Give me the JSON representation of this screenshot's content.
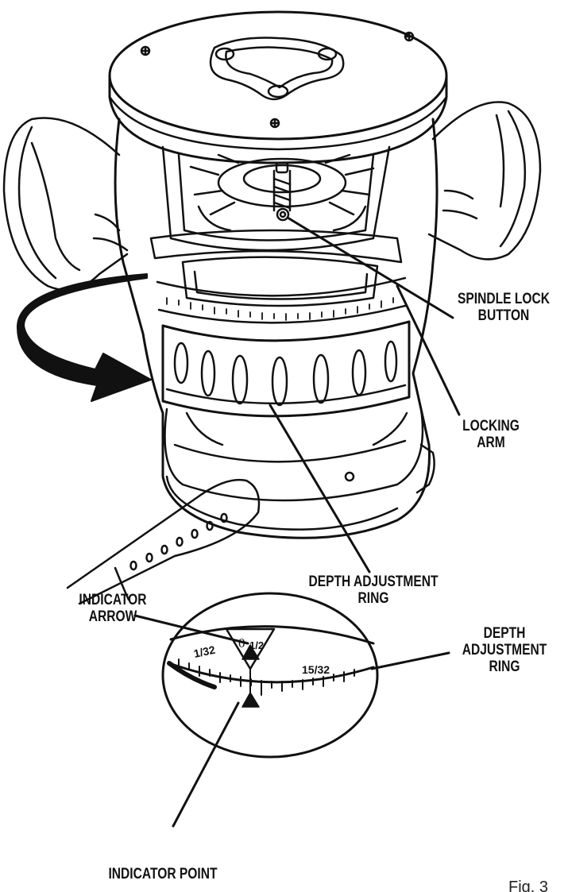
{
  "callouts": {
    "spindle_lock": [
      "SPINDLE LOCK",
      "BUTTON"
    ],
    "locking_arm": [
      "LOCKING",
      "ARM"
    ],
    "depth_ring_top": [
      "DEPTH ADJUSTMENT",
      "RING"
    ],
    "indicator_arrow": [
      "INDICATOR",
      "ARROW"
    ],
    "depth_ring_detail": [
      "DEPTH",
      "ADJUSTMENT",
      "RING"
    ],
    "indicator_point": [
      "INDICATOR POINT"
    ]
  },
  "scale_labels": {
    "left": "1/32",
    "zero": "0",
    "half": "1/2",
    "right": "15/32"
  },
  "figure_label": "Fig. 3"
}
